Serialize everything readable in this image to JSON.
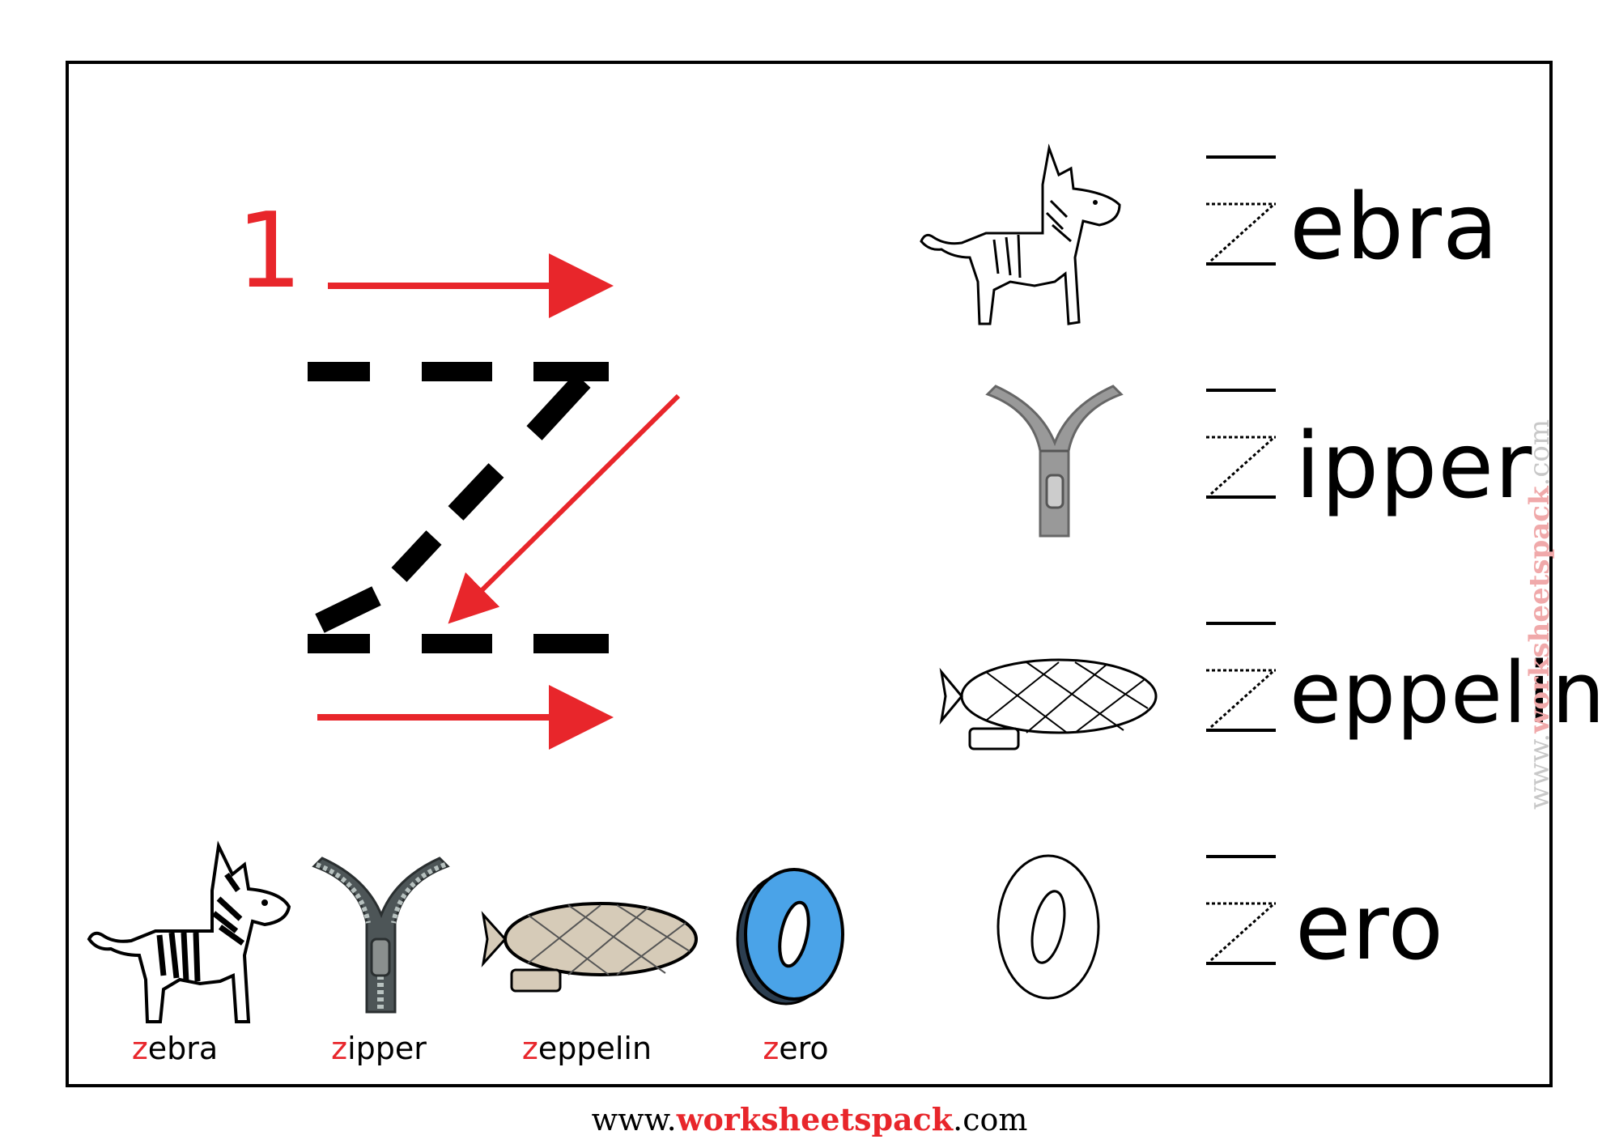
{
  "guide": {
    "step_number": "1",
    "accent_color": "#e8262b"
  },
  "practice_rows": [
    {
      "rest": "ebra",
      "picture": "zebra-outline-icon"
    },
    {
      "rest": "ipper",
      "picture": "zipper-outline-icon"
    },
    {
      "rest": "eppelin",
      "picture": "zeppelin-outline-icon"
    },
    {
      "rest": "ero",
      "picture": "zero-outline-icon"
    }
  ],
  "captions": [
    {
      "first": "z",
      "rest": "ebra"
    },
    {
      "first": "z",
      "rest": "ipper"
    },
    {
      "first": "z",
      "rest": "eppelin"
    },
    {
      "first": "z",
      "rest": "ero"
    }
  ],
  "colors": {
    "zero_fill": "#4aa3e8",
    "zeppelin_fill": "#d6cbb8",
    "zipper_fill": "#8a8f8e"
  },
  "footer": {
    "prefix": "www.",
    "brand": "worksheetspack",
    "suffix": ".com"
  },
  "watermark": {
    "prefix": "www.",
    "brand": "worksheetspack",
    "suffix": ".com"
  }
}
